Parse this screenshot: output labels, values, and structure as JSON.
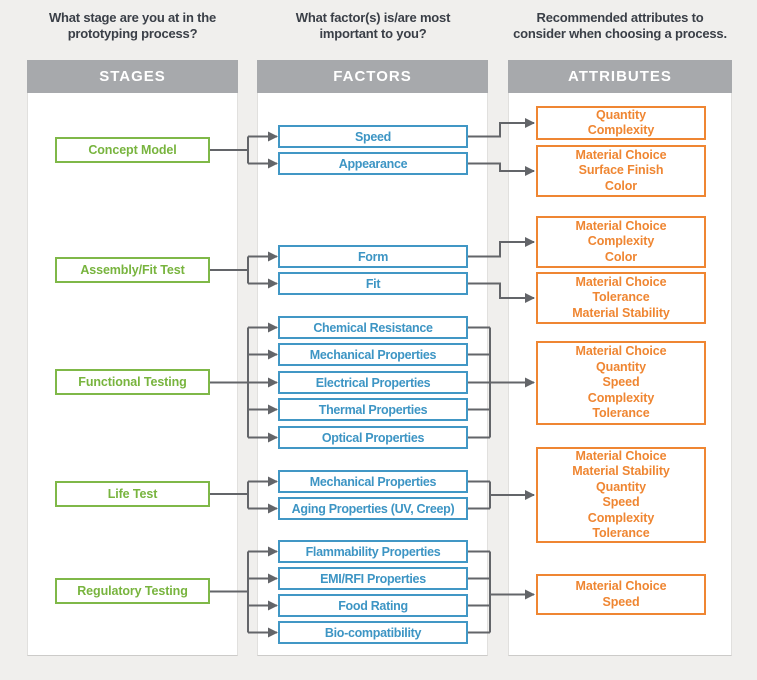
{
  "palette": {
    "background": "#f0efed",
    "panel": "#ffffff",
    "column_header_bg": "#a7a9ac",
    "column_header_text": "#ffffff",
    "question_text": "#3a3f47",
    "stage_accent_green": "#7fb848",
    "factor_accent_blue": "#4197c5",
    "attribute_accent_orange": "#ef8632",
    "connector_gray": "#636569"
  },
  "columns": [
    {
      "question": "What stage are you at in the\nprototyping process?",
      "header": "STAGES"
    },
    {
      "question": "What factor(s) is/are most\nimportant to you?",
      "header": "FACTORS"
    },
    {
      "question": "Recommended attributes to\nconsider when choosing a process.",
      "header": "ATTRIBUTES"
    }
  ],
  "stages": [
    {
      "label": "Concept Model"
    },
    {
      "label": "Assembly/Fit Test"
    },
    {
      "label": "Functional Testing"
    },
    {
      "label": "Life Test"
    },
    {
      "label": "Regulatory Testing"
    }
  ],
  "factors": [
    {
      "label": "Speed"
    },
    {
      "label": "Appearance"
    },
    {
      "label": "Form"
    },
    {
      "label": "Fit"
    },
    {
      "label": "Chemical Resistance"
    },
    {
      "label": "Mechanical Properties"
    },
    {
      "label": "Electrical Properties"
    },
    {
      "label": "Thermal Properties"
    },
    {
      "label": "Optical Properties"
    },
    {
      "label": "Mechanical Properties"
    },
    {
      "label": "Aging Properties (UV, Creep)"
    },
    {
      "label": "Flammability Properties"
    },
    {
      "label": "EMI/RFI Properties"
    },
    {
      "label": "Food Rating"
    },
    {
      "label": "Bio-compatibility"
    }
  ],
  "attributes": [
    {
      "lines": [
        "Quantity",
        "Complexity"
      ]
    },
    {
      "lines": [
        "Material Choice",
        "Surface Finish",
        "Color"
      ]
    },
    {
      "lines": [
        "Material Choice",
        "Complexity",
        "Color"
      ]
    },
    {
      "lines": [
        "Material Choice",
        "Tolerance",
        "Material Stability"
      ]
    },
    {
      "lines": [
        "Material Choice",
        "Quantity",
        "Speed",
        "Complexity",
        "Tolerance"
      ]
    },
    {
      "lines": [
        "Material Choice",
        "Material Stability",
        "Quantity",
        "Speed",
        "Complexity",
        "Tolerance"
      ]
    },
    {
      "lines": [
        "Material Choice",
        "Speed"
      ]
    }
  ]
}
